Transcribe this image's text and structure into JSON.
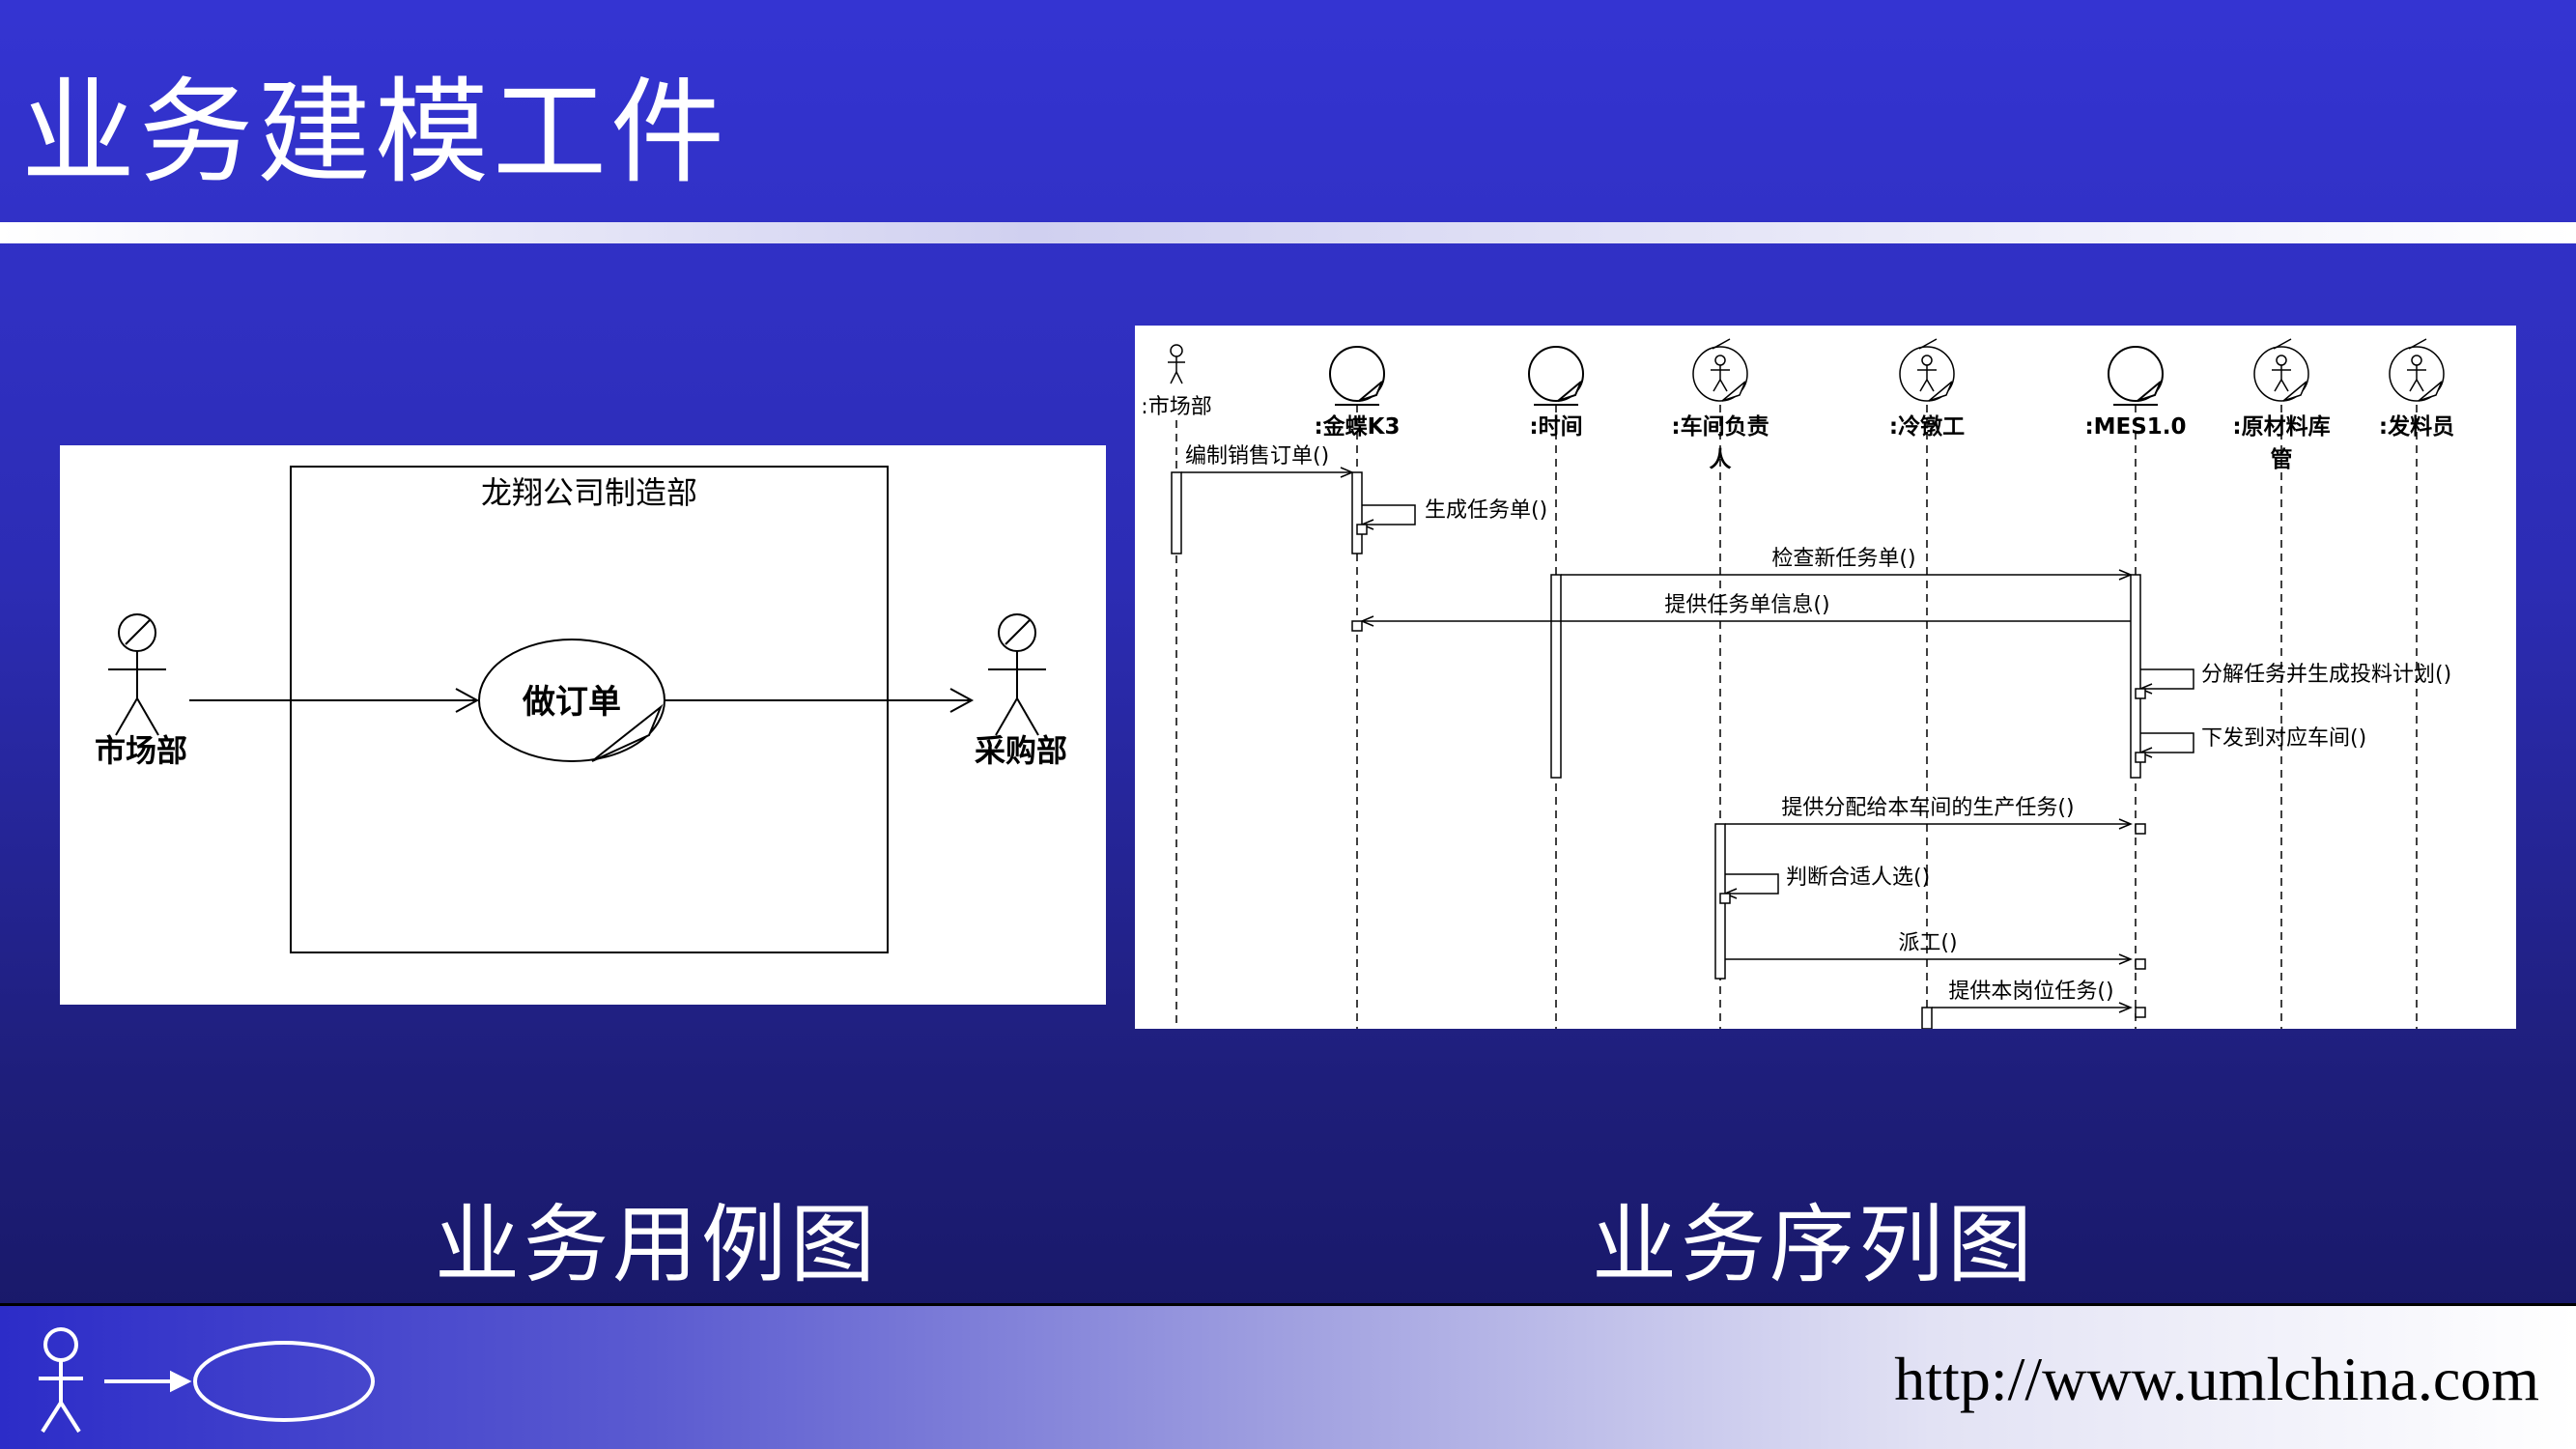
{
  "title": "业务建模工件",
  "captions": {
    "use_case": "业务用例图",
    "sequence": "业务序列图"
  },
  "footer": {
    "url": "http://www.umlchina.com"
  },
  "use_case_diagram": {
    "boundary": "龙翔公司制造部",
    "use_case": "做订单",
    "actors": [
      "市场部",
      "采购部"
    ]
  },
  "sequence_diagram": {
    "lifelines": [
      ":市场部",
      ":金蝶K3",
      ":时间",
      ":车间负责人",
      ":冷镦工",
      ":MES1.0",
      ":原材料库管",
      ":发料员"
    ],
    "messages": [
      "编制销售订单()",
      "生成任务单()",
      "检查新任务单()",
      "提供任务单信息()",
      "分解任务并生成投料计划()",
      "下发到对应车间()",
      "提供分配给本车间的生产任务()",
      "判断合适人选()",
      "派工()",
      "提供本岗位任务()"
    ]
  },
  "colors": {
    "background": "#2e2ec0",
    "panel": "#ffffff",
    "ink": "#000000"
  },
  "icons": [
    "actor-icon",
    "boundary-icon",
    "entity-icon",
    "worker-icon",
    "arrow-icon",
    "ellipse-icon"
  ]
}
